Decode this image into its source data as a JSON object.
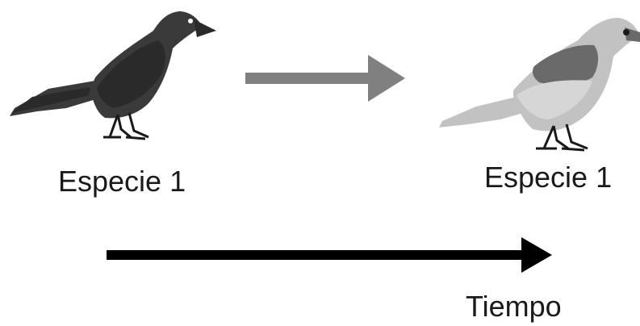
{
  "labels": {
    "left_bird": "Especie 1",
    "right_bird": "Especie 1",
    "time_axis": "Tiempo"
  },
  "icons": {
    "left_bird": "dark-bird-icon",
    "right_bird": "light-bird-icon",
    "transition_arrow": "arrow-right-icon",
    "time_arrow": "arrow-right-icon"
  },
  "colors": {
    "left_bird_body": "#3a3a3a",
    "left_bird_wing": "#2a2a2a",
    "right_bird_body": "#c2c2c2",
    "right_bird_wing": "#6a6a6a",
    "transition_arrow": "#808080",
    "time_arrow": "#000000"
  }
}
